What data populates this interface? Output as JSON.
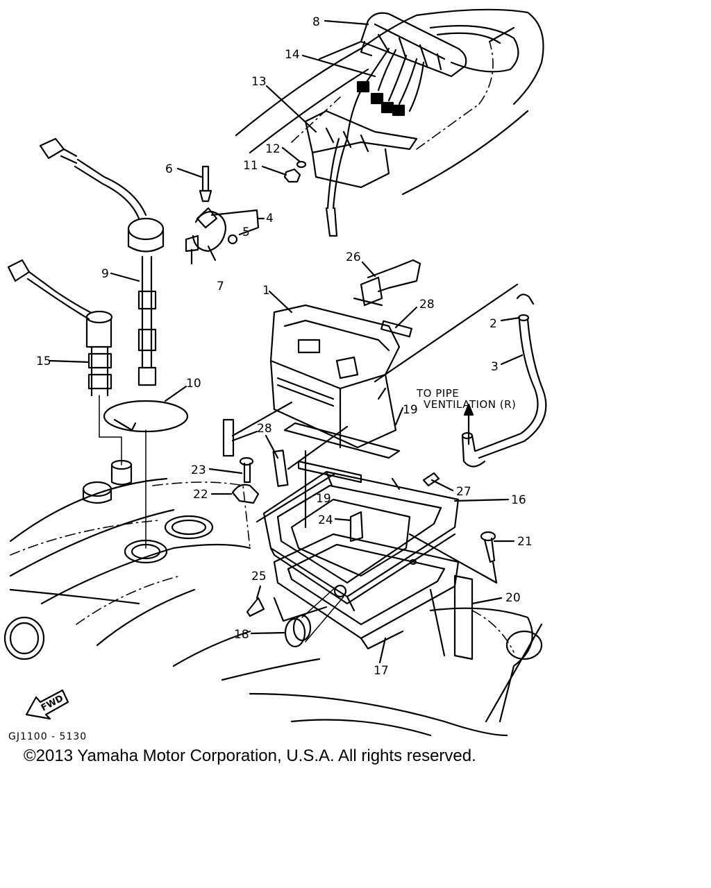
{
  "callouts": {
    "c1": "1",
    "c2": "2",
    "c3": "3",
    "c4": "4",
    "c5": "5",
    "c6": "6",
    "c7": "7",
    "c8": "8",
    "c9": "9",
    "c10": "10",
    "c11": "11",
    "c12": "12",
    "c13": "13",
    "c14": "14",
    "c15": "15",
    "c16": "16",
    "c17": "17",
    "c18": "18",
    "c19a": "19",
    "c19b": "19",
    "c20": "20",
    "c21": "21",
    "c22": "22",
    "c23": "23",
    "c24": "24",
    "c25": "25",
    "c26": "26",
    "c27": "27",
    "c28a": "28",
    "c28b": "28"
  },
  "notes": {
    "pipe_line1": "TO PIPE",
    "pipe_line2": "VENTILATION (R)",
    "fwd_label": "FWD"
  },
  "footer": {
    "catalog_code": "GJ1100 - 5130",
    "copyright": "©2013 Yamaha Motor Corporation, U.S.A. All rights reserved."
  }
}
